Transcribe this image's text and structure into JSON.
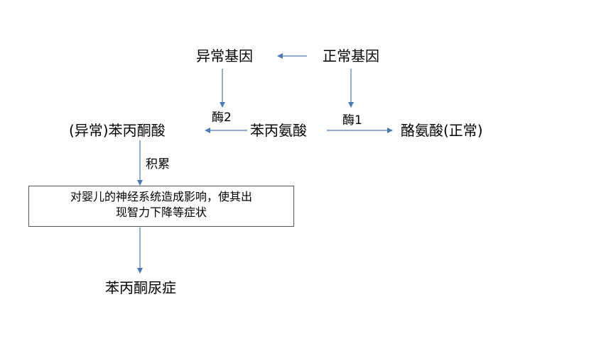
{
  "diagram": {
    "nodes": {
      "abnormal_gene": "异常基因",
      "normal_gene": "正常基因",
      "phenylpyruvic_acid": "(异常)苯丙酮酸",
      "phenylalanine": "苯丙氨酸",
      "tyrosine": "酪氨酸(正常)",
      "pku": "苯丙酮尿症"
    },
    "edge_labels": {
      "enzyme2": "酶2",
      "enzyme1": "酶1",
      "accumulate": "积累"
    },
    "effect_box": {
      "line1": "对婴儿的神经系统造成影响，使其出",
      "line2": "现智力下降等症状"
    },
    "colors": {
      "arrow": "#4a7ab5",
      "box_border": "#555555"
    }
  }
}
